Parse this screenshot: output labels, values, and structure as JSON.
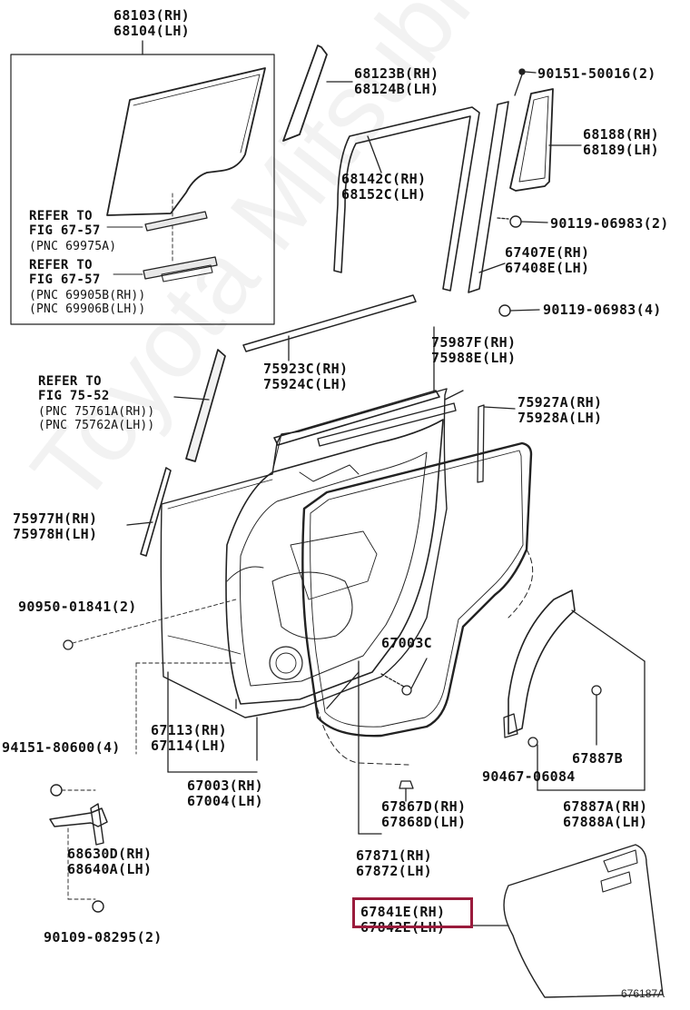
{
  "labels": {
    "p68103": [
      "68103(RH)",
      "68104(LH)"
    ],
    "p68123": [
      "68123B(RH)",
      "68124B(LH)"
    ],
    "p90151": [
      "90151-50016(2)"
    ],
    "p68188": [
      "68188(RH)",
      "68189(LH)"
    ],
    "p68142": [
      "68142C(RH)",
      "68152C(LH)"
    ],
    "p90119a": [
      "90119-06983(2)"
    ],
    "p67407": [
      "67407E(RH)",
      "67408E(LH)"
    ],
    "p90119b": [
      "90119-06983(4)"
    ],
    "ref6757a": [
      "REFER TO",
      "FIG 67-57"
    ],
    "pnc69975": [
      "(PNC 69975A)"
    ],
    "ref6757b": [
      "REFER TO",
      "FIG 67-57"
    ],
    "pnc69905": [
      "(PNC 69905B(RH))",
      "(PNC 69906B(LH))"
    ],
    "p75923": [
      "75923C(RH)",
      "75924C(LH)"
    ],
    "p75987": [
      "75987F(RH)",
      "75988E(LH)"
    ],
    "ref7552": [
      "REFER TO",
      "FIG 75-52"
    ],
    "pnc75761": [
      "(PNC 75761A(RH))",
      "(PNC 75762A(LH))"
    ],
    "p75927": [
      "75927A(RH)",
      "75928A(LH)"
    ],
    "p75977": [
      "75977H(RH)",
      "75978H(LH)"
    ],
    "p90950": [
      "90950-01841(2)"
    ],
    "p67003c": [
      "67003C"
    ],
    "p94151": [
      "94151-80600(4)"
    ],
    "p67113": [
      "67113(RH)",
      "67114(LH)"
    ],
    "p67887b": [
      "67887B"
    ],
    "p90467": [
      "90467-06084"
    ],
    "p67003": [
      "67003(RH)",
      "67004(LH)"
    ],
    "p67867": [
      "67867D(RH)",
      "67868D(LH)"
    ],
    "p67887a": [
      "67887A(RH)",
      "67888A(LH)"
    ],
    "p68630": [
      "68630D(RH)",
      "68640A(LH)"
    ],
    "p67871": [
      "67871(RH)",
      "67872(LH)"
    ],
    "p67841": [
      "67841E(RH)",
      "67842E(LH)"
    ],
    "p90109": [
      "90109-08295(2)"
    ]
  },
  "figure_code": "676187A",
  "watermark": "Toyota Mitsubishi",
  "highlight_color": "#9a1b3c"
}
